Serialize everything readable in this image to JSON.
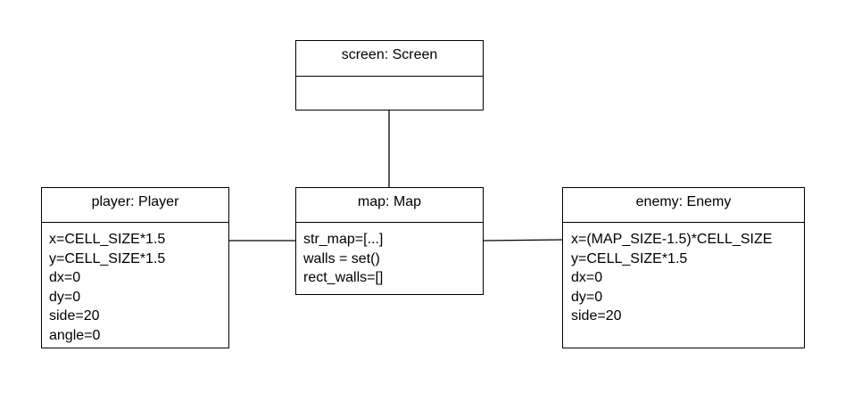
{
  "objects": {
    "screen": {
      "title": "screen: Screen",
      "attributes": []
    },
    "player": {
      "title": "player: Player",
      "attributes": [
        "x=CELL_SIZE*1.5",
        "y=CELL_SIZE*1.5",
        "dx=0",
        "dy=0",
        "side=20",
        "angle=0"
      ]
    },
    "map": {
      "title": "map: Map",
      "attributes": [
        "str_map=[...]",
        "walls = set()",
        "rect_walls=[]"
      ]
    },
    "enemy": {
      "title": "enemy: Enemy",
      "attributes": [
        "x=(MAP_SIZE-1.5)*CELL_SIZE",
        "y=CELL_SIZE*1.5",
        "dx=0",
        "dy=0",
        "side=20"
      ]
    }
  }
}
